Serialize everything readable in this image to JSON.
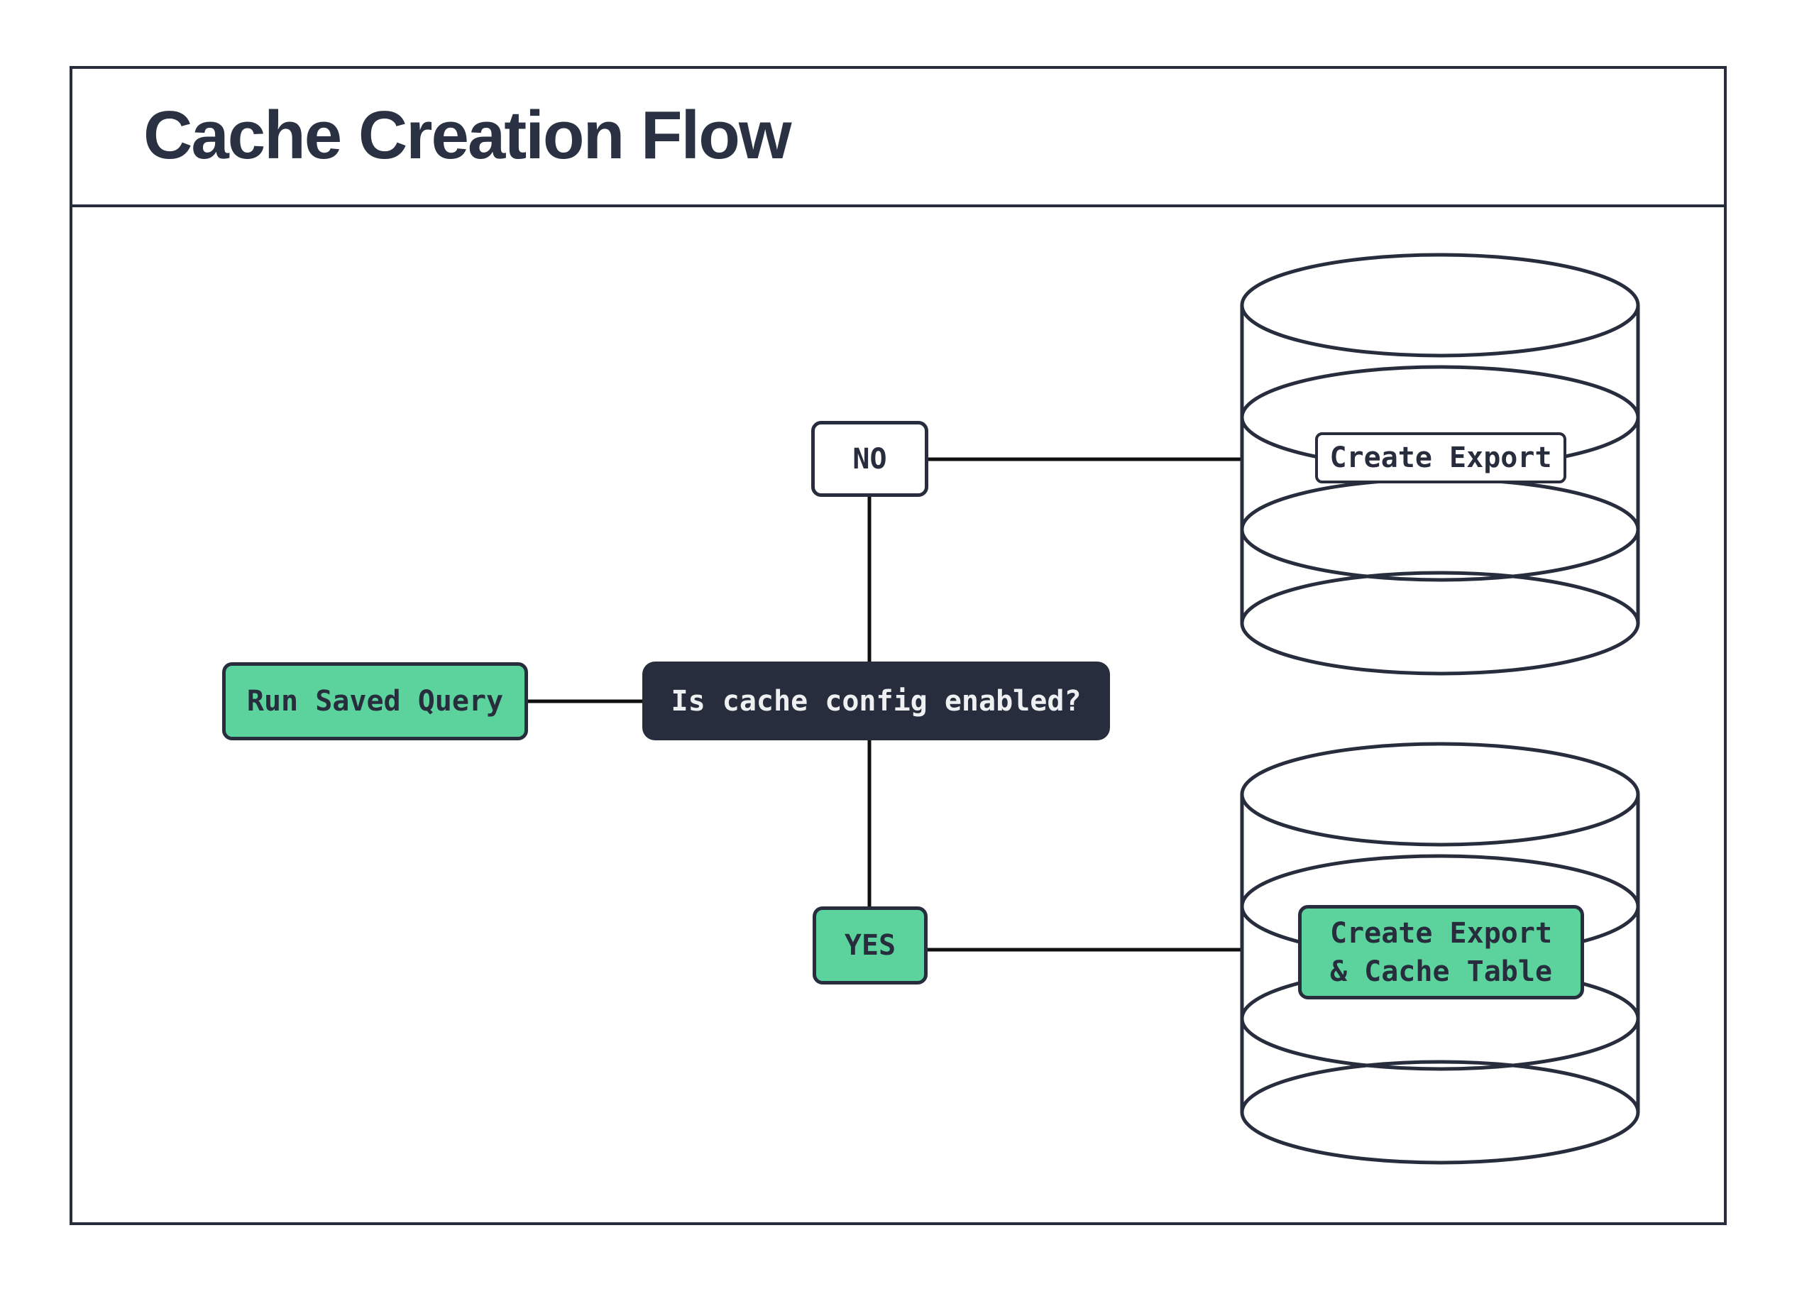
{
  "diagram": {
    "title": "Cache Creation Flow",
    "nodes": {
      "start": {
        "label": "Run Saved Query"
      },
      "decision": {
        "label": "Is cache config enabled?"
      },
      "branch_no": {
        "label": "NO"
      },
      "branch_yes": {
        "label": "YES"
      },
      "no_result": {
        "label": "Create Export"
      },
      "yes_result": {
        "line1": "Create Export",
        "line2": "& Cache Table"
      }
    },
    "colors": {
      "accent_green": "#5CD39D",
      "dark_navy": "#272D3C",
      "connector_black": "#0F0F0F",
      "light_text": "#EEF0F2",
      "background": "#FFFFFF"
    }
  }
}
